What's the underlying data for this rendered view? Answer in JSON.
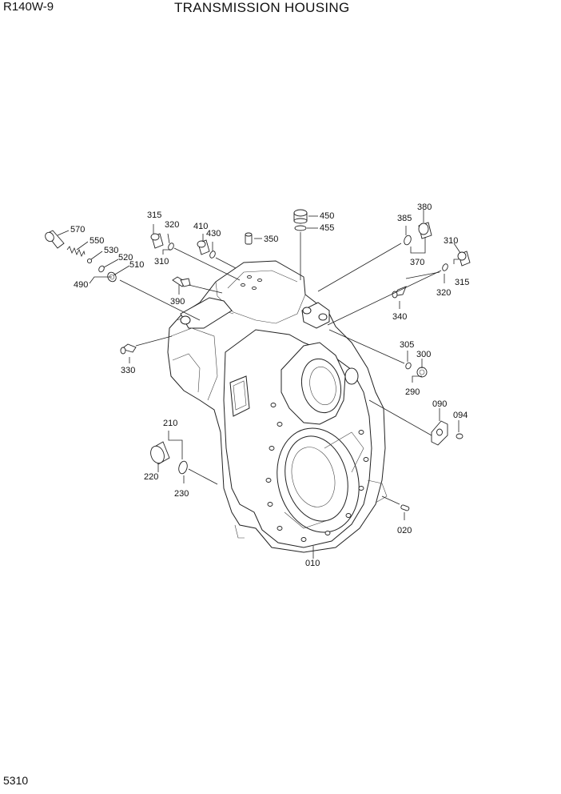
{
  "header": {
    "model": "R140W-9",
    "title": "TRANSMISSION HOUSING"
  },
  "footer": {
    "page_number": "5310"
  },
  "callouts": [
    "570",
    "550",
    "530",
    "520",
    "510",
    "490",
    "315",
    "320",
    "310",
    "410",
    "430",
    "390",
    "350",
    "450",
    "455",
    "380",
    "385",
    "370",
    "310",
    "320",
    "315",
    "340",
    "330",
    "305",
    "300",
    "290",
    "090",
    "094",
    "210",
    "220",
    "230",
    "020",
    "010"
  ]
}
